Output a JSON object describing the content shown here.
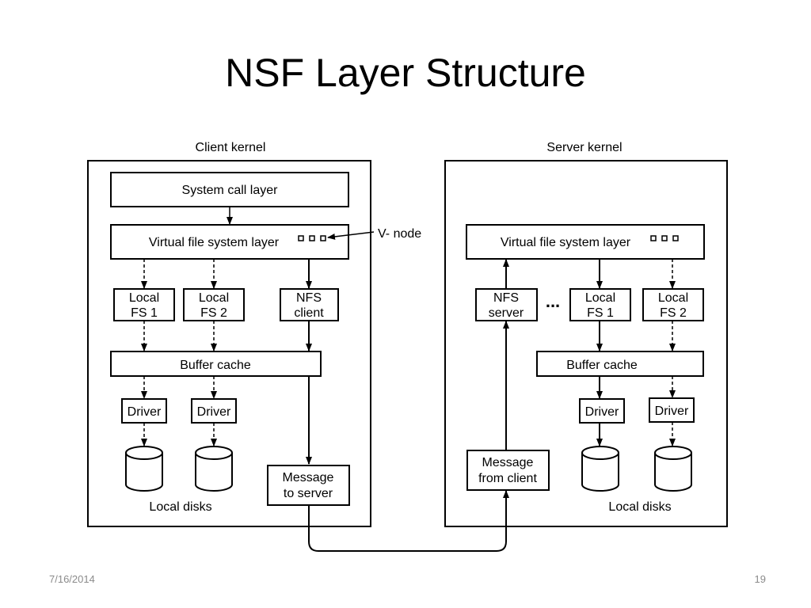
{
  "slide": {
    "title": "NSF Layer Structure",
    "date": "7/16/2014",
    "page_number": "19"
  },
  "client": {
    "heading": "Client kernel",
    "system_call_layer": "System call layer",
    "vfs_layer": "Virtual file system layer",
    "vnode_label": "V- node",
    "local_fs_1": [
      "Local",
      "FS 1"
    ],
    "local_fs_2": [
      "Local",
      "FS 2"
    ],
    "nfs_client": [
      "NFS",
      "client"
    ],
    "buffer_cache": "Buffer cache",
    "driver_1": "Driver",
    "driver_2": "Driver",
    "message": [
      "Message",
      "to server"
    ],
    "local_disks": "Local disks"
  },
  "server": {
    "heading": "Server kernel",
    "vfs_layer": "Virtual file system layer",
    "nfs_server": [
      "NFS",
      "server"
    ],
    "ellipsis": "...",
    "local_fs_1": [
      "Local",
      "FS 1"
    ],
    "local_fs_2": [
      "Local",
      "FS 2"
    ],
    "buffer_cache": "Buffer cache",
    "driver_1": "Driver",
    "driver_2": "Driver",
    "message": [
      "Message",
      "from client"
    ],
    "local_disks": "Local disks"
  }
}
